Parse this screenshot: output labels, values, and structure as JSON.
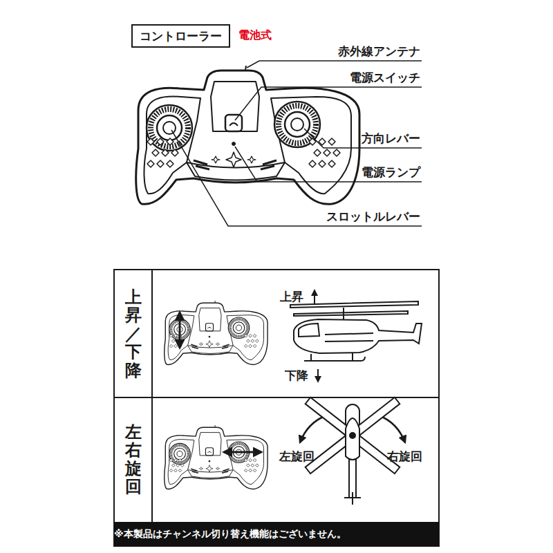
{
  "diagram": {
    "nodes": [
      {
        "text": [
          "コントローラー"
        ]
      },
      {
        "text": [
          "※本製品はチャンネル切り替え機能はございません。"
        ]
      }
    ],
    "labels": [
      "電池式",
      "赤外線アンテナ",
      "電源スイッチ",
      "方向レバー",
      "電源ランプ",
      "スロットルレバー",
      "上昇／下降",
      "上昇",
      "下降",
      "左右旋回",
      "左旋回",
      "右旋回"
    ]
  }
}
